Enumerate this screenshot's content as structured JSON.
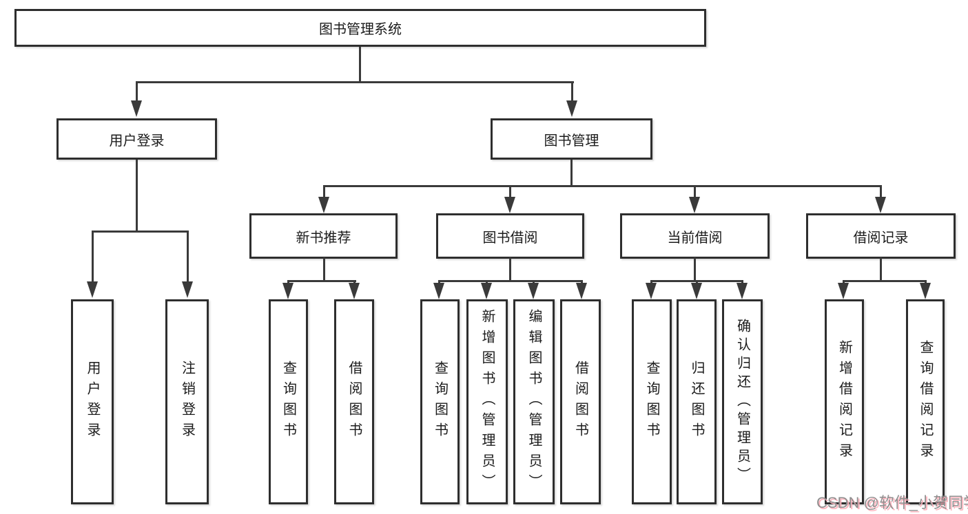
{
  "diagram": {
    "title": "图书管理系统",
    "root": {
      "label": "图书管理系统"
    },
    "branches": [
      {
        "label": "用户登录",
        "children": [
          {
            "label": "用户登录"
          },
          {
            "label": "注销登录"
          }
        ]
      },
      {
        "label": "图书管理",
        "children": [
          {
            "label": "新书推荐",
            "children": [
              {
                "label": "查询图书"
              },
              {
                "label": "借阅图书"
              }
            ]
          },
          {
            "label": "图书借阅",
            "children": [
              {
                "label": "查询图书"
              },
              {
                "label": "新增图书（管理员）"
              },
              {
                "label": "编辑图书（管理员）"
              },
              {
                "label": "借阅图书"
              }
            ]
          },
          {
            "label": "当前借阅",
            "children": [
              {
                "label": "查询图书"
              },
              {
                "label": "归还图书"
              },
              {
                "label": "确认归还（管理员）"
              }
            ]
          },
          {
            "label": "借阅记录",
            "children": [
              {
                "label": "新增借阅记录"
              },
              {
                "label": "查询借阅记录"
              }
            ]
          }
        ]
      }
    ]
  },
  "watermark": {
    "text": "CSDN @软件_小贺同学",
    "text_color": "#8f8f8f",
    "shadow_color": "#ffb3bd"
  },
  "colors": {
    "background": "#ffffff",
    "box_border": "#2e2e2e",
    "line": "#3a3a3a",
    "text": "#1b1b1b"
  }
}
